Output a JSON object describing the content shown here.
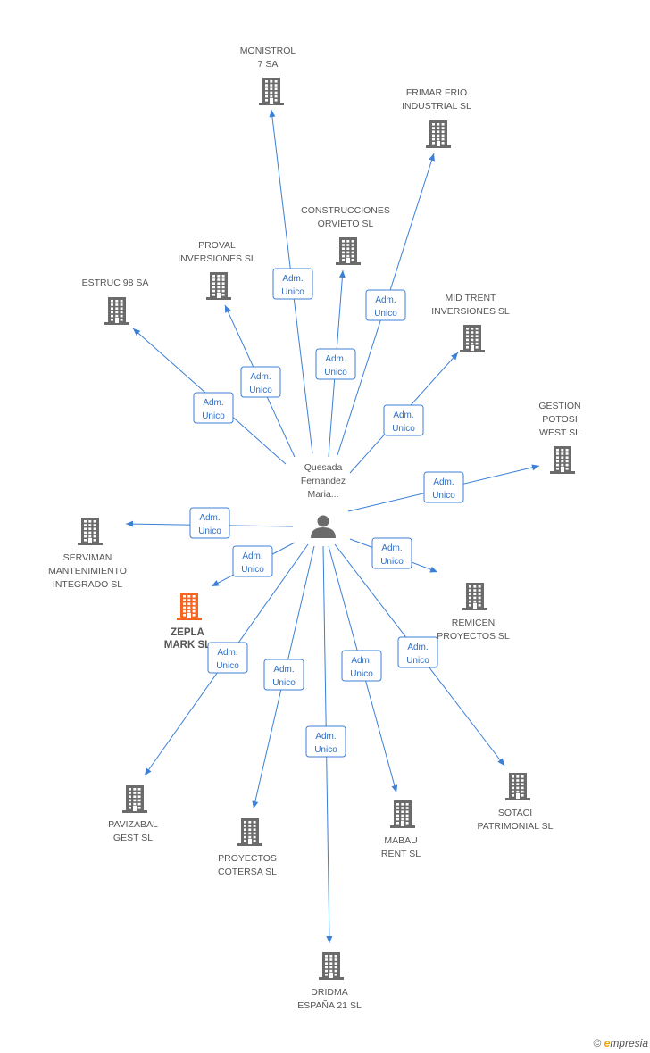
{
  "center": {
    "label_lines": [
      "Quesada",
      "Fernandez",
      "Maria..."
    ]
  },
  "nodes": [
    {
      "id": "monistrol",
      "label_lines": [
        "MONISTROL",
        "7 SA"
      ],
      "highlight": false
    },
    {
      "id": "frimar",
      "label_lines": [
        "FRIMAR FRIO",
        "INDUSTRIAL SL"
      ],
      "highlight": false
    },
    {
      "id": "construcciones",
      "label_lines": [
        "CONSTRUCCIONES",
        "ORVIETO SL"
      ],
      "highlight": false
    },
    {
      "id": "proval",
      "label_lines": [
        "PROVAL",
        "INVERSIONES SL"
      ],
      "highlight": false
    },
    {
      "id": "estruc",
      "label_lines": [
        "ESTRUC 98 SA"
      ],
      "highlight": false
    },
    {
      "id": "midtrent",
      "label_lines": [
        "MID TRENT",
        "INVERSIONES SL"
      ],
      "highlight": false
    },
    {
      "id": "gestion",
      "label_lines": [
        "GESTION",
        "POTOSI",
        "WEST SL"
      ],
      "highlight": false
    },
    {
      "id": "serviman",
      "label_lines": [
        "SERVIMAN",
        "MANTENIMIENTO",
        "INTEGRADO SL"
      ],
      "highlight": false
    },
    {
      "id": "zepla",
      "label_lines": [
        "ZEPLA",
        "MARK SL"
      ],
      "highlight": true
    },
    {
      "id": "remicen",
      "label_lines": [
        "REMICEN",
        "PROYECTOS SL"
      ],
      "highlight": false
    },
    {
      "id": "pavizabal",
      "label_lines": [
        "PAVIZABAL",
        "GEST SL"
      ],
      "highlight": false
    },
    {
      "id": "proyectos",
      "label_lines": [
        "PROYECTOS",
        "COTERSA SL"
      ],
      "highlight": false
    },
    {
      "id": "mabau",
      "label_lines": [
        "MABAU",
        "RENT SL"
      ],
      "highlight": false
    },
    {
      "id": "sotaci",
      "label_lines": [
        "SOTACI",
        "PATRIMONIAL SL"
      ],
      "highlight": false
    },
    {
      "id": "dridma",
      "label_lines": [
        "DRIDMA",
        "ESPAÑA 21 SL"
      ],
      "highlight": false
    }
  ],
  "relations": [
    {
      "target": "monistrol",
      "label_lines": [
        "Adm.",
        "Unico"
      ]
    },
    {
      "target": "frimar",
      "label_lines": [
        "Adm.",
        "Unico"
      ]
    },
    {
      "target": "construcciones",
      "label_lines": [
        "Adm.",
        "Unico"
      ]
    },
    {
      "target": "proval",
      "label_lines": [
        "Adm.",
        "Unico"
      ]
    },
    {
      "target": "estruc",
      "label_lines": [
        "Adm.",
        "Unico"
      ]
    },
    {
      "target": "midtrent",
      "label_lines": [
        "Adm.",
        "Unico"
      ]
    },
    {
      "target": "gestion",
      "label_lines": [
        "Adm.",
        "Unico"
      ]
    },
    {
      "target": "serviman",
      "label_lines": [
        "Adm.",
        "Unico"
      ]
    },
    {
      "target": "zepla",
      "label_lines": [
        "Adm.",
        "Unico"
      ]
    },
    {
      "target": "remicen",
      "label_lines": [
        "Adm.",
        "Unico"
      ]
    },
    {
      "target": "pavizabal",
      "label_lines": [
        "Adm.",
        "Unico"
      ]
    },
    {
      "target": "proyectos",
      "label_lines": [
        "Adm.",
        "Unico"
      ]
    },
    {
      "target": "mabau",
      "label_lines": [
        "Adm.",
        "Unico"
      ]
    },
    {
      "target": "sotaci",
      "label_lines": [
        "Adm.",
        "Unico"
      ]
    },
    {
      "target": "dridma",
      "label_lines": [
        "Adm.",
        "Unico"
      ]
    }
  ],
  "colors": {
    "edge": "#3b7fd6",
    "building": "#6b6b6b",
    "building_highlight": "#f26522",
    "person": "#6b6b6b"
  },
  "watermark": {
    "symbol": "©",
    "brand_initial": "e",
    "brand_rest": "mpresia"
  }
}
